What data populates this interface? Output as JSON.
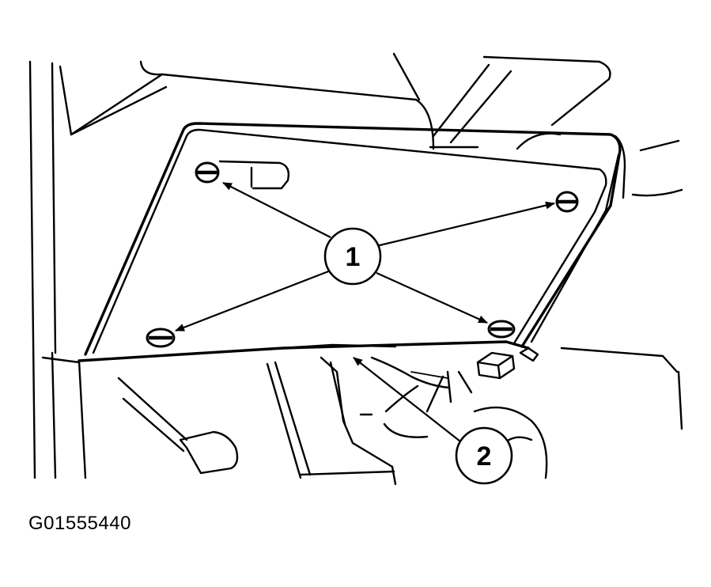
{
  "callouts": [
    {
      "label": "1"
    },
    {
      "label": "2"
    }
  ],
  "figure_id": "G01555440"
}
